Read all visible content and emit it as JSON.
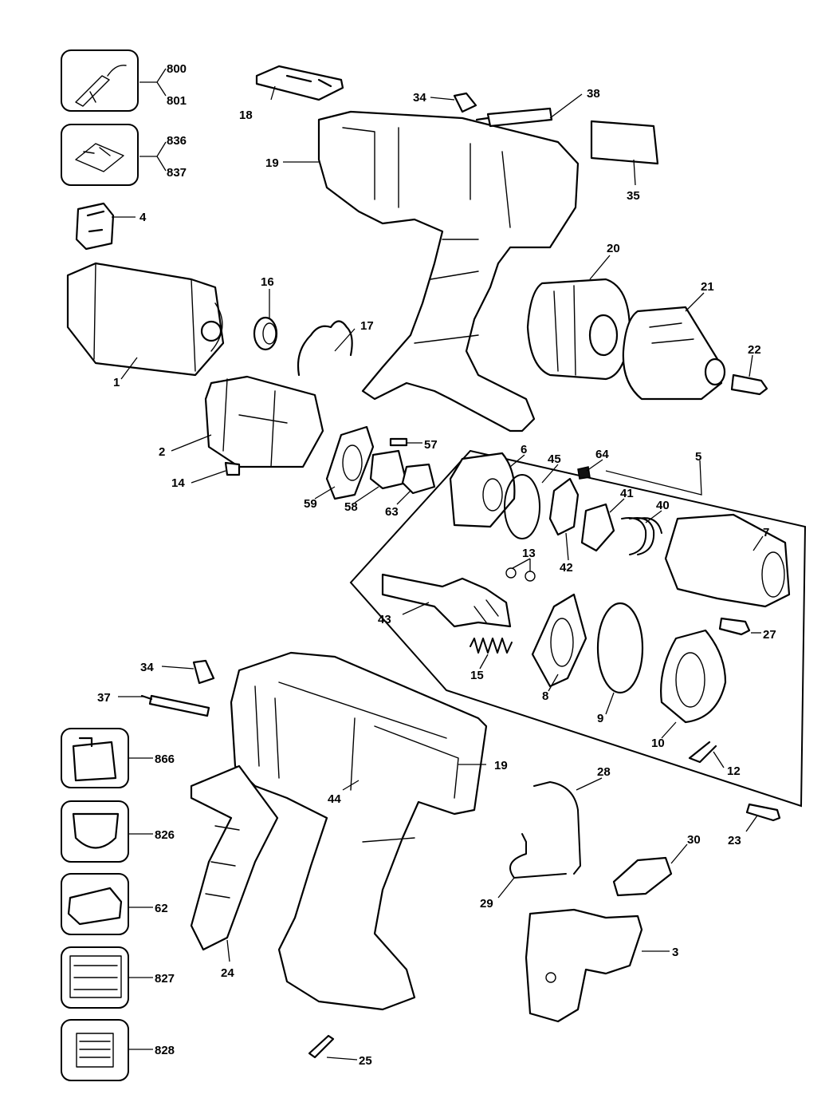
{
  "labels": {
    "p1": "1",
    "p2": "2",
    "p3": "3",
    "p4": "4",
    "p5": "5",
    "p6": "6",
    "p7": "7",
    "p8": "8",
    "p9": "9",
    "p10": "10",
    "p12": "12",
    "p13": "13",
    "p14": "14",
    "p15": "15",
    "p16": "16",
    "p17": "17",
    "p18": "18",
    "p19a": "19",
    "p19b": "19",
    "p20": "20",
    "p21": "21",
    "p22": "22",
    "p23": "23",
    "p24": "24",
    "p25": "25",
    "p27": "27",
    "p28": "28",
    "p29": "29",
    "p30": "30",
    "p34a": "34",
    "p34b": "34",
    "p35": "35",
    "p37": "37",
    "p38": "38",
    "p40": "40",
    "p41": "41",
    "p42": "42",
    "p43": "43",
    "p44": "44",
    "p45": "45",
    "p57": "57",
    "p58": "58",
    "p59": "59",
    "p62": "62",
    "p63": "63",
    "p64": "64",
    "p800": "800",
    "p801": "801",
    "p826": "826",
    "p827": "827",
    "p828": "828",
    "p836": "836",
    "p837": "837",
    "p866": "866"
  }
}
